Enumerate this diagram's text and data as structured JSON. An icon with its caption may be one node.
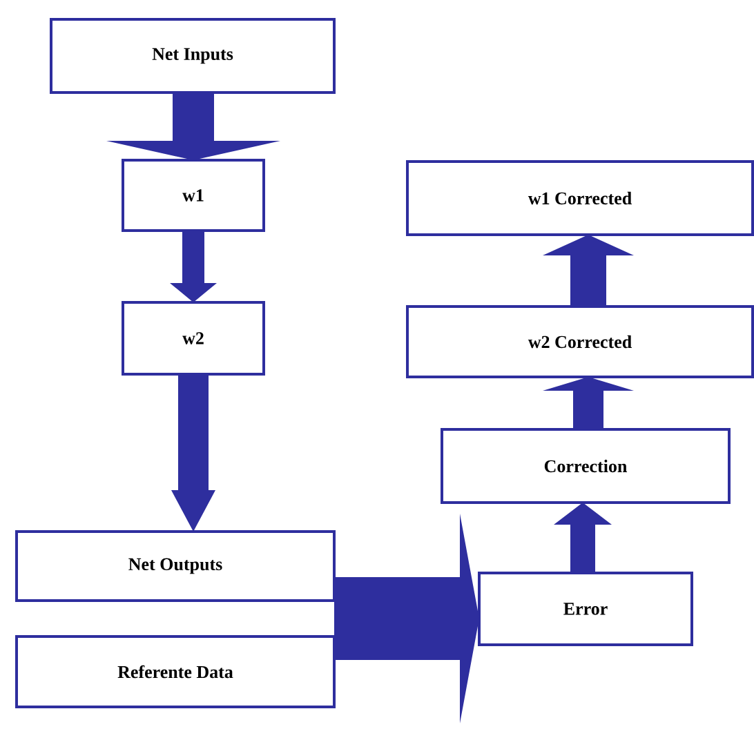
{
  "diagram": {
    "nodes": [
      {
        "text": [
          "Net Inputs"
        ]
      },
      {
        "text": [
          "w1"
        ]
      },
      {
        "text": [
          "w2"
        ]
      },
      {
        "text": [
          "Net Outputs"
        ]
      },
      {
        "text": [
          "Referente Data"
        ]
      },
      {
        "text": [
          "w1 Corrected"
        ]
      },
      {
        "text": [
          "w2 Corrected"
        ]
      },
      {
        "text": [
          "Correction"
        ]
      },
      {
        "text": [
          "Error"
        ]
      }
    ],
    "edges": [
      {
        "from": 0,
        "to": 1,
        "arrow": "to"
      },
      {
        "from": 1,
        "to": 2,
        "arrow": "to"
      },
      {
        "from": 2,
        "to": 3,
        "arrow": "to"
      },
      {
        "from": 3,
        "to": 8,
        "arrow": "to"
      },
      {
        "from": 4,
        "to": 8,
        "arrow": "to"
      },
      {
        "from": 8,
        "to": 7,
        "arrow": "to"
      },
      {
        "from": 7,
        "to": 6,
        "arrow": "to"
      },
      {
        "from": 6,
        "to": 5,
        "arrow": "to"
      }
    ]
  }
}
